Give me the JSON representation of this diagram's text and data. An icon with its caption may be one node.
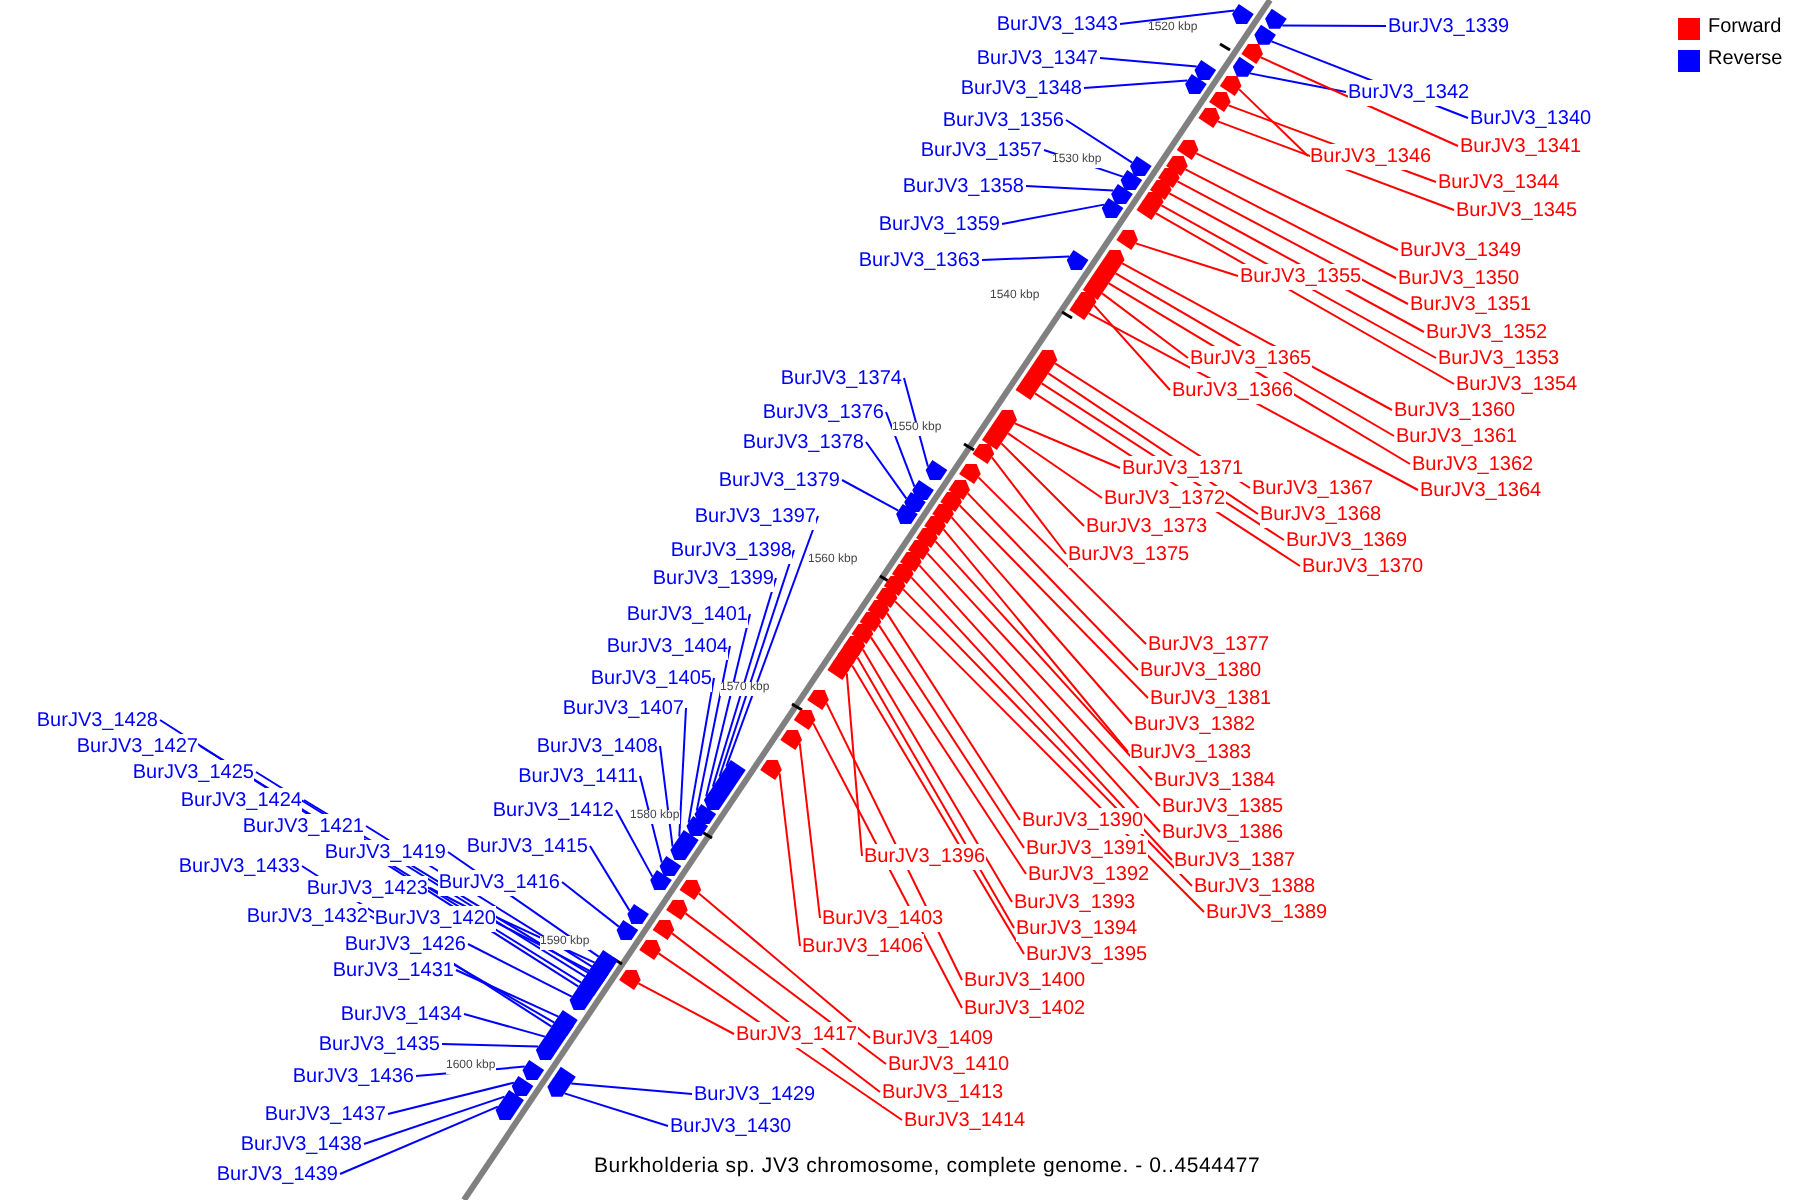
{
  "diagram": {
    "caption": "Burkholderia sp. JV3 chromosome, complete genome. - 0..4544477",
    "nodes": [
      {
        "text": [
          "BurJV3_1343"
        ]
      },
      {
        "text": [
          "BurJV3_1339"
        ]
      },
      {
        "text": [
          "BurJV3_1347"
        ]
      },
      {
        "text": [
          "BurJV3_1348"
        ]
      },
      {
        "text": [
          "BurJV3_1342"
        ]
      },
      {
        "text": [
          "BurJV3_1340"
        ]
      },
      {
        "text": [
          "BurJV3_1356"
        ]
      },
      {
        "text": [
          "BurJV3_1341"
        ]
      },
      {
        "text": [
          "BurJV3_1357"
        ]
      },
      {
        "text": [
          "BurJV3_1346"
        ]
      },
      {
        "text": [
          "BurJV3_1344"
        ]
      },
      {
        "text": [
          "BurJV3_1345"
        ]
      },
      {
        "text": [
          "BurJV3_1358"
        ]
      },
      {
        "text": [
          "BurJV3_1359"
        ]
      },
      {
        "text": [
          "BurJV3_1349"
        ]
      },
      {
        "text": [
          "BurJV3_1363"
        ]
      },
      {
        "text": [
          "BurJV3_1355"
        ]
      },
      {
        "text": [
          "BurJV3_1350"
        ]
      },
      {
        "text": [
          "BurJV3_1351"
        ]
      },
      {
        "text": [
          "BurJV3_1352"
        ]
      },
      {
        "text": [
          "BurJV3_1353"
        ]
      },
      {
        "text": [
          "BurJV3_1365"
        ]
      },
      {
        "text": [
          "BurJV3_1374"
        ]
      },
      {
        "text": [
          "BurJV3_1354"
        ]
      },
      {
        "text": [
          "BurJV3_1366"
        ]
      },
      {
        "text": [
          "BurJV3_1360"
        ]
      },
      {
        "text": [
          "BurJV3_1376"
        ]
      },
      {
        "text": [
          "BurJV3_1361"
        ]
      },
      {
        "text": [
          "BurJV3_1378"
        ]
      },
      {
        "text": [
          "BurJV3_1362"
        ]
      },
      {
        "text": [
          "BurJV3_1371"
        ]
      },
      {
        "text": [
          "BurJV3_1379"
        ]
      },
      {
        "text": [
          "BurJV3_1367"
        ]
      },
      {
        "text": [
          "BurJV3_1364"
        ]
      },
      {
        "text": [
          "BurJV3_1372"
        ]
      },
      {
        "text": [
          "BurJV3_1368"
        ]
      },
      {
        "text": [
          "BurJV3_1397"
        ]
      },
      {
        "text": [
          "BurJV3_1373"
        ]
      },
      {
        "text": [
          "BurJV3_1369"
        ]
      },
      {
        "text": [
          "BurJV3_1398"
        ]
      },
      {
        "text": [
          "BurJV3_1375"
        ]
      },
      {
        "text": [
          "BurJV3_1370"
        ]
      },
      {
        "text": [
          "BurJV3_1399"
        ]
      },
      {
        "text": [
          "BurJV3_1401"
        ]
      },
      {
        "text": [
          "BurJV3_1377"
        ]
      },
      {
        "text": [
          "BurJV3_1404"
        ]
      },
      {
        "text": [
          "BurJV3_1380"
        ]
      },
      {
        "text": [
          "BurJV3_1405"
        ]
      },
      {
        "text": [
          "BurJV3_1381"
        ]
      },
      {
        "text": [
          "BurJV3_1407"
        ]
      },
      {
        "text": [
          "BurJV3_1428"
        ]
      },
      {
        "text": [
          "BurJV3_1382"
        ]
      },
      {
        "text": [
          "BurJV3_1408"
        ]
      },
      {
        "text": [
          "BurJV3_1427"
        ]
      },
      {
        "text": [
          "BurJV3_1383"
        ]
      },
      {
        "text": [
          "BurJV3_1425"
        ]
      },
      {
        "text": [
          "BurJV3_1411"
        ]
      },
      {
        "text": [
          "BurJV3_1384"
        ]
      },
      {
        "text": [
          "BurJV3_1424"
        ]
      },
      {
        "text": [
          "BurJV3_1385"
        ]
      },
      {
        "text": [
          "BurJV3_1412"
        ]
      },
      {
        "text": [
          "BurJV3_1390"
        ]
      },
      {
        "text": [
          "BurJV3_1421"
        ]
      },
      {
        "text": [
          "BurJV3_1386"
        ]
      },
      {
        "text": [
          "BurJV3_1415"
        ]
      },
      {
        "text": [
          "BurJV3_1391"
        ]
      },
      {
        "text": [
          "BurJV3_1419"
        ]
      },
      {
        "text": [
          "BurJV3_1396"
        ]
      },
      {
        "text": [
          "BurJV3_1387"
        ]
      },
      {
        "text": [
          "BurJV3_1433"
        ]
      },
      {
        "text": [
          "BurJV3_1392"
        ]
      },
      {
        "text": [
          "BurJV3_1416"
        ]
      },
      {
        "text": [
          "BurJV3_1388"
        ]
      },
      {
        "text": [
          "BurJV3_1423"
        ]
      },
      {
        "text": [
          "BurJV3_1393"
        ]
      },
      {
        "text": [
          "BurJV3_1389"
        ]
      },
      {
        "text": [
          "BurJV3_1432"
        ]
      },
      {
        "text": [
          "BurJV3_1420"
        ]
      },
      {
        "text": [
          "BurJV3_1403"
        ]
      },
      {
        "text": [
          "BurJV3_1394"
        ]
      },
      {
        "text": [
          "BurJV3_1426"
        ]
      },
      {
        "text": [
          "BurJV3_1406"
        ]
      },
      {
        "text": [
          "BurJV3_1395"
        ]
      },
      {
        "text": [
          "BurJV3_1431"
        ]
      },
      {
        "text": [
          "BurJV3_1400"
        ]
      },
      {
        "text": [
          "BurJV3_1402"
        ]
      },
      {
        "text": [
          "BurJV3_1434"
        ]
      },
      {
        "text": [
          "BurJV3_1417"
        ]
      },
      {
        "text": [
          "BurJV3_1409"
        ]
      },
      {
        "text": [
          "BurJV3_1435"
        ]
      },
      {
        "text": [
          "BurJV3_1410"
        ]
      },
      {
        "text": [
          "BurJV3_1436"
        ]
      },
      {
        "text": [
          "BurJV3_1413"
        ]
      },
      {
        "text": [
          "BurJV3_1429"
        ]
      },
      {
        "text": [
          "BurJV3_1437"
        ]
      },
      {
        "text": [
          "BurJV3_1414"
        ]
      },
      {
        "text": [
          "BurJV3_1430"
        ]
      },
      {
        "text": [
          "BurJV3_1438"
        ]
      },
      {
        "text": [
          "BurJV3_1439"
        ]
      },
      {
        "text": [],
        "shape": "arrow"
      },
      {
        "text": [],
        "shape": "arrow"
      },
      {
        "text": [],
        "shape": "arrow"
      },
      {
        "text": [],
        "shape": "arrow"
      },
      {
        "text": [],
        "shape": "arrow"
      },
      {
        "text": [],
        "shape": "arrow"
      },
      {
        "text": [],
        "shape": "arrow"
      },
      {
        "text": [],
        "shape": "arrow"
      },
      {
        "text": [],
        "shape": "arrow"
      },
      {
        "text": [],
        "shape": "arrow"
      },
      {
        "text": [],
        "shape": "arrow"
      },
      {
        "text": [],
        "shape": "arrow"
      },
      {
        "text": [],
        "shape": "arrow"
      },
      {
        "text": [],
        "shape": "arrow"
      },
      {
        "text": [],
        "shape": "arrow"
      },
      {
        "text": [],
        "shape": "arrow"
      },
      {
        "text": [],
        "shape": "arrow"
      },
      {
        "text": [],
        "shape": "arrow"
      },
      {
        "text": [],
        "shape": "arrow"
      },
      {
        "text": [],
        "shape": "arrow"
      },
      {
        "text": [],
        "shape": "arrow"
      },
      {
        "text": [],
        "shape": "arrow"
      },
      {
        "text": [],
        "shape": "arrow"
      },
      {
        "text": [],
        "shape": "arrow"
      },
      {
        "text": [],
        "shape": "arrow"
      },
      {
        "text": [],
        "shape": "arrow"
      },
      {
        "text": [],
        "shape": "arrow"
      },
      {
        "text": [],
        "shape": "arrow"
      },
      {
        "text": [],
        "shape": "arrow"
      },
      {
        "text": [],
        "shape": "arrow"
      },
      {
        "text": [],
        "shape": "arrow"
      },
      {
        "text": [],
        "shape": "arrow"
      },
      {
        "text": [],
        "shape": "arrow"
      },
      {
        "text": [],
        "shape": "arrow"
      },
      {
        "text": [],
        "shape": "arrow"
      },
      {
        "text": [],
        "shape": "arrow"
      },
      {
        "text": [],
        "shape": "arrow"
      },
      {
        "text": [],
        "shape": "arrow"
      },
      {
        "text": [],
        "shape": "arrow"
      },
      {
        "text": [],
        "shape": "arrow"
      },
      {
        "text": [],
        "shape": "arrow"
      },
      {
        "text": [],
        "shape": "arrow"
      },
      {
        "text": [],
        "shape": "arrow"
      },
      {
        "text": [],
        "shape": "arrow"
      },
      {
        "text": [],
        "shape": "arrow"
      },
      {
        "text": [],
        "shape": "arrow"
      },
      {
        "text": [],
        "shape": "arrow"
      },
      {
        "text": [],
        "shape": "arrow"
      },
      {
        "text": [],
        "shape": "arrow"
      },
      {
        "text": [],
        "shape": "arrow"
      },
      {
        "text": [],
        "shape": "arrow"
      },
      {
        "text": [],
        "shape": "arrow"
      },
      {
        "text": [],
        "shape": "arrow"
      },
      {
        "text": [],
        "shape": "arrow"
      },
      {
        "text": [],
        "shape": "arrow"
      },
      {
        "text": [],
        "shape": "arrow"
      },
      {
        "text": [],
        "shape": "arrow"
      },
      {
        "text": [],
        "shape": "arrow"
      },
      {
        "text": [],
        "shape": "arrow"
      },
      {
        "text": [],
        "shape": "arrow"
      },
      {
        "text": [],
        "shape": "arrow"
      },
      {
        "text": [],
        "shape": "arrow"
      },
      {
        "text": [],
        "shape": "arrow"
      },
      {
        "text": [],
        "shape": "arrow"
      },
      {
        "text": [],
        "shape": "arrow"
      },
      {
        "text": [],
        "shape": "arrow"
      },
      {
        "text": [],
        "shape": "arrow"
      },
      {
        "text": [],
        "shape": "arrow"
      },
      {
        "text": [],
        "shape": "arrow"
      },
      {
        "text": [],
        "shape": "arrow"
      },
      {
        "text": [],
        "shape": "arrow"
      },
      {
        "text": [],
        "shape": "arrow"
      },
      {
        "text": [],
        "shape": "arrow"
      },
      {
        "text": [],
        "shape": "arrow"
      },
      {
        "text": [],
        "shape": "arrow"
      },
      {
        "text": [],
        "shape": "arrow"
      },
      {
        "text": [],
        "shape": "arrow"
      },
      {
        "text": [],
        "shape": "arrow"
      },
      {
        "text": [],
        "shape": "arrow"
      },
      {
        "text": [],
        "shape": "arrow"
      },
      {
        "text": [],
        "shape": "arrow"
      },
      {
        "text": [],
        "shape": "arrow"
      },
      {
        "text": [],
        "shape": "arrow"
      },
      {
        "text": [],
        "shape": "arrow"
      },
      {
        "text": [],
        "shape": "arrow"
      },
      {
        "text": [],
        "shape": "arrow"
      },
      {
        "text": [],
        "shape": "arrow"
      },
      {
        "text": [],
        "shape": "arrow"
      },
      {
        "text": [],
        "shape": "arrow"
      },
      {
        "text": [],
        "shape": "arrow"
      },
      {
        "text": [],
        "shape": "arrow"
      },
      {
        "text": [],
        "shape": "arrow"
      },
      {
        "text": [],
        "shape": "arrow"
      },
      {
        "text": [],
        "shape": "arrow"
      },
      {
        "text": [],
        "shape": "arrow"
      },
      {
        "text": [],
        "shape": "arrow"
      },
      {
        "text": [],
        "shape": "arrow"
      },
      {
        "text": [],
        "shape": "arrow"
      },
      {
        "text": [],
        "shape": "arrow"
      }
    ],
    "edges": [
      {
        "from": 0,
        "to": 99,
        "arrow": "none",
        "color": "#0000ff"
      },
      {
        "from": 1,
        "to": 100,
        "arrow": "none",
        "color": "#0000ff"
      },
      {
        "from": 2,
        "to": 101,
        "arrow": "none",
        "color": "#0000ff"
      },
      {
        "from": 3,
        "to": 102,
        "arrow": "none",
        "color": "#0000ff"
      },
      {
        "from": 4,
        "to": 103,
        "arrow": "none",
        "color": "#0000ff"
      },
      {
        "from": 5,
        "to": 104,
        "arrow": "none",
        "color": "#0000ff"
      },
      {
        "from": 6,
        "to": 105,
        "arrow": "none",
        "color": "#0000ff"
      },
      {
        "from": 7,
        "to": 106,
        "arrow": "none"
      },
      {
        "from": 8,
        "to": 107,
        "arrow": "none",
        "color": "#0000ff"
      },
      {
        "from": 9,
        "to": 108,
        "arrow": "none"
      },
      {
        "from": 10,
        "to": 109,
        "arrow": "none"
      },
      {
        "from": 11,
        "to": 110,
        "arrow": "none"
      },
      {
        "from": 12,
        "to": 111,
        "arrow": "none",
        "color": "#0000ff"
      },
      {
        "from": 13,
        "to": 112,
        "arrow": "none",
        "color": "#0000ff"
      },
      {
        "from": 14,
        "to": 113,
        "arrow": "none"
      },
      {
        "from": 15,
        "to": 114,
        "arrow": "none",
        "color": "#0000ff"
      },
      {
        "from": 16,
        "to": 115,
        "arrow": "none"
      },
      {
        "from": 17,
        "to": 116,
        "arrow": "none"
      },
      {
        "from": 18,
        "to": 117,
        "arrow": "none"
      },
      {
        "from": 19,
        "to": 118,
        "arrow": "none"
      },
      {
        "from": 20,
        "to": 119,
        "arrow": "none"
      },
      {
        "from": 21,
        "to": 120,
        "arrow": "none"
      },
      {
        "from": 22,
        "to": 121,
        "arrow": "none",
        "color": "#0000ff"
      },
      {
        "from": 23,
        "to": 122,
        "arrow": "none"
      },
      {
        "from": 24,
        "to": 123,
        "arrow": "none"
      },
      {
        "from": 25,
        "to": 124,
        "arrow": "none"
      },
      {
        "from": 26,
        "to": 125,
        "arrow": "none",
        "color": "#0000ff"
      },
      {
        "from": 27,
        "to": 126,
        "arrow": "none"
      },
      {
        "from": 28,
        "to": 127,
        "arrow": "none",
        "color": "#0000ff"
      },
      {
        "from": 29,
        "to": 128,
        "arrow": "none"
      },
      {
        "from": 30,
        "to": 129,
        "arrow": "none"
      },
      {
        "from": 31,
        "to": 130,
        "arrow": "none",
        "color": "#0000ff"
      },
      {
        "from": 32,
        "to": 131,
        "arrow": "none"
      },
      {
        "from": 33,
        "to": 132,
        "arrow": "none"
      },
      {
        "from": 34,
        "to": 133,
        "arrow": "none"
      },
      {
        "from": 35,
        "to": 134,
        "arrow": "none"
      },
      {
        "from": 36,
        "to": 135,
        "arrow": "none",
        "color": "#0000ff"
      },
      {
        "from": 37,
        "to": 136,
        "arrow": "none"
      },
      {
        "from": 38,
        "to": 137,
        "arrow": "none"
      },
      {
        "from": 39,
        "to": 138,
        "arrow": "none",
        "color": "#0000ff"
      },
      {
        "from": 40,
        "to": 139,
        "arrow": "none"
      },
      {
        "from": 41,
        "to": 140,
        "arrow": "none"
      },
      {
        "from": 42,
        "to": 141,
        "arrow": "none",
        "color": "#0000ff"
      },
      {
        "from": 43,
        "to": 142,
        "arrow": "none",
        "color": "#0000ff"
      },
      {
        "from": 44,
        "to": 143,
        "arrow": "none"
      },
      {
        "from": 45,
        "to": 144,
        "arrow": "none",
        "color": "#0000ff"
      },
      {
        "from": 46,
        "to": 145,
        "arrow": "none"
      },
      {
        "from": 47,
        "to": 146,
        "arrow": "none",
        "color": "#0000ff"
      },
      {
        "from": 48,
        "to": 147,
        "arrow": "none"
      },
      {
        "from": 49,
        "to": 148,
        "arrow": "none",
        "color": "#0000ff"
      },
      {
        "from": 50,
        "to": 149,
        "arrow": "none",
        "color": "#0000ff"
      },
      {
        "from": 51,
        "to": 150,
        "arrow": "none"
      },
      {
        "from": 52,
        "to": 151,
        "arrow": "none",
        "color": "#0000ff"
      },
      {
        "from": 53,
        "to": 152,
        "arrow": "none",
        "color": "#0000ff"
      },
      {
        "from": 54,
        "to": 153,
        "arrow": "none"
      },
      {
        "from": 55,
        "to": 154,
        "arrow": "none",
        "color": "#0000ff"
      },
      {
        "from": 56,
        "to": 155,
        "arrow": "none",
        "color": "#0000ff"
      },
      {
        "from": 57,
        "to": 156,
        "arrow": "none"
      },
      {
        "from": 58,
        "to": 157,
        "arrow": "none",
        "color": "#0000ff"
      },
      {
        "from": 59,
        "to": 158,
        "arrow": "none"
      },
      {
        "from": 60,
        "to": 159,
        "arrow": "none",
        "color": "#0000ff"
      },
      {
        "from": 61,
        "to": 160,
        "arrow": "none"
      },
      {
        "from": 62,
        "to": 161,
        "arrow": "none",
        "color": "#0000ff"
      },
      {
        "from": 63,
        "to": 162,
        "arrow": "none"
      },
      {
        "from": 64,
        "to": 163,
        "arrow": "none",
        "color": "#0000ff"
      },
      {
        "from": 65,
        "to": 164,
        "arrow": "none"
      },
      {
        "from": 66,
        "to": 165,
        "arrow": "none",
        "color": "#0000ff"
      },
      {
        "from": 67,
        "to": 166,
        "arrow": "none"
      },
      {
        "from": 68,
        "to": 167,
        "arrow": "none"
      },
      {
        "from": 69,
        "to": 168,
        "arrow": "none",
        "color": "#0000ff"
      },
      {
        "from": 70,
        "to": 169,
        "arrow": "none"
      },
      {
        "from": 71,
        "to": 170,
        "arrow": "none",
        "color": "#0000ff"
      },
      {
        "from": 72,
        "to": 171,
        "arrow": "none"
      },
      {
        "from": 73,
        "to": 172,
        "arrow": "none",
        "color": "#0000ff"
      },
      {
        "from": 74,
        "to": 173,
        "arrow": "none"
      },
      {
        "from": 75,
        "to": 174,
        "arrow": "none"
      },
      {
        "from": 76,
        "to": 175,
        "arrow": "none",
        "color": "#0000ff"
      },
      {
        "from": 77,
        "to": 176,
        "arrow": "none",
        "color": "#0000ff"
      },
      {
        "from": 78,
        "to": 177,
        "arrow": "none"
      },
      {
        "from": 79,
        "to": 178,
        "arrow": "none"
      },
      {
        "from": 80,
        "to": 179,
        "arrow": "none",
        "color": "#0000ff"
      },
      {
        "from": 81,
        "to": 180,
        "arrow": "none"
      },
      {
        "from": 82,
        "to": 181,
        "arrow": "none"
      },
      {
        "from": 83,
        "to": 182,
        "arrow": "none",
        "color": "#0000ff"
      },
      {
        "from": 84,
        "to": 183,
        "arrow": "none"
      },
      {
        "from": 85,
        "to": 184,
        "arrow": "none"
      },
      {
        "from": 86,
        "to": 185,
        "arrow": "none",
        "color": "#0000ff"
      },
      {
        "from": 87,
        "to": 186,
        "arrow": "none"
      },
      {
        "from": 88,
        "to": 187,
        "arrow": "none"
      },
      {
        "from": 89,
        "to": 188,
        "arrow": "none",
        "color": "#0000ff"
      },
      {
        "from": 90,
        "to": 189,
        "arrow": "none"
      },
      {
        "from": 91,
        "to": 190,
        "arrow": "none",
        "color": "#0000ff"
      },
      {
        "from": 92,
        "to": 191,
        "arrow": "none"
      },
      {
        "from": 93,
        "to": 192,
        "arrow": "none",
        "color": "#0000ff"
      },
      {
        "from": 94,
        "to": 193,
        "arrow": "none",
        "color": "#0000ff"
      },
      {
        "from": 95,
        "to": 194,
        "arrow": "none"
      },
      {
        "from": 96,
        "to": 195,
        "arrow": "none",
        "color": "#0000ff"
      },
      {
        "from": 97,
        "to": 196,
        "arrow": "none",
        "color": "#0000ff"
      },
      {
        "from": 98,
        "to": 197,
        "arrow": "none",
        "color": "#0000ff"
      }
    ],
    "labels": [
      "1520 kbp",
      "1530 kbp",
      "1540 kbp",
      "1550 kbp",
      "1560 kbp",
      "1570 kbp",
      "1580 kbp",
      "1590 kbp",
      "1600 kbp"
    ],
    "legend": [
      {
        "text": "Forward",
        "color": "#ff0000"
      },
      {
        "text": "Reverse",
        "color": "#0000ff"
      }
    ]
  }
}
